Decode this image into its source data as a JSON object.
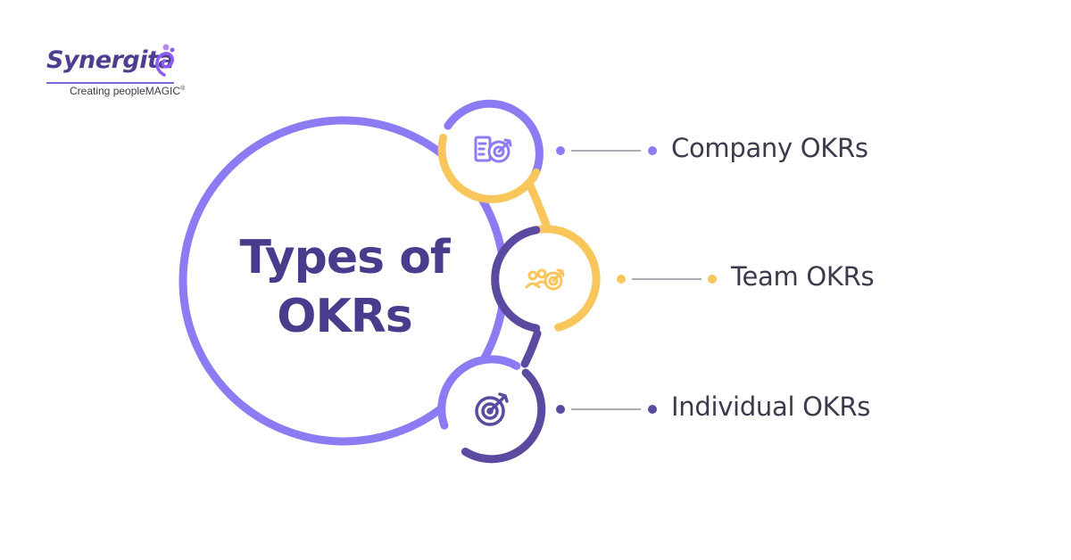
{
  "brand": {
    "name": "Synergita",
    "tagline": "Creating peopleMAGIC",
    "mark": "®"
  },
  "title": {
    "line1": "Types of",
    "line2": "OKRs"
  },
  "items": [
    {
      "label": "Company OKRs",
      "icon": "company-target-clipboard-icon",
      "color": "#8b7cf3"
    },
    {
      "label": "Team OKRs",
      "icon": "team-target-icon",
      "color": "#f8c65a"
    },
    {
      "label": "Individual OKRs",
      "icon": "individual-target-icon",
      "color": "#5b4aa0"
    }
  ],
  "colors": {
    "violet": "#8b7cf3",
    "yellow": "#f8c65a",
    "indigo": "#5b4aa0",
    "text": "#3d3a4d"
  }
}
